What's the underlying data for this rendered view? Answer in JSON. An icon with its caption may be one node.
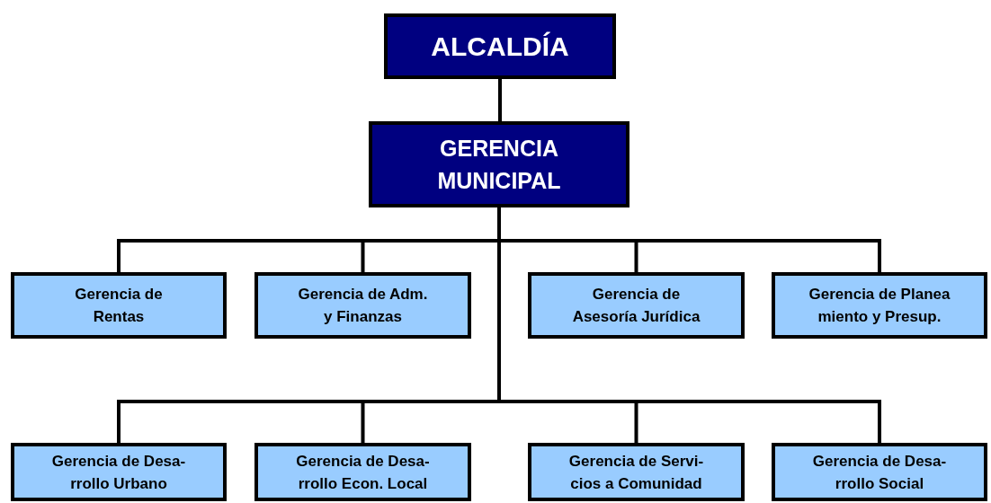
{
  "diagram": {
    "nodes": [
      {
        "text": [
          "ALCALDÍA"
        ]
      },
      {
        "text": [
          "GERENCIA MUNICIPAL"
        ]
      },
      {
        "text": [
          "Gerencia de Rentas"
        ]
      },
      {
        "text": [
          "Gerencia de Adm. y Finanzas"
        ]
      },
      {
        "text": [
          "Gerencia de Asesoría Jurídica"
        ]
      },
      {
        "text": [
          "Gerencia de Planea miento y Presup."
        ]
      },
      {
        "text": [
          "Gerencia de Desa- rrollo Urbano"
        ]
      },
      {
        "text": [
          "Gerencia de Desa- rrollo Econ. Local"
        ]
      },
      {
        "text": [
          "Gerencia de Servi- cios a Comunidad"
        ]
      },
      {
        "text": [
          "Gerencia de Desa- rrollo Social"
        ]
      }
    ],
    "edges": [
      {
        "from": 0,
        "to": 1,
        "arrow": "none"
      },
      {
        "from": 1,
        "to": 2,
        "arrow": "none"
      },
      {
        "from": 1,
        "to": 3,
        "arrow": "none"
      },
      {
        "from": 1,
        "to": 4,
        "arrow": "none"
      },
      {
        "from": 1,
        "to": 5,
        "arrow": "none"
      },
      {
        "from": 1,
        "to": 6,
        "arrow": "none"
      },
      {
        "from": 1,
        "to": 7,
        "arrow": "none"
      },
      {
        "from": 1,
        "to": 8,
        "arrow": "none"
      },
      {
        "from": 1,
        "to": 9,
        "arrow": "none"
      }
    ]
  }
}
